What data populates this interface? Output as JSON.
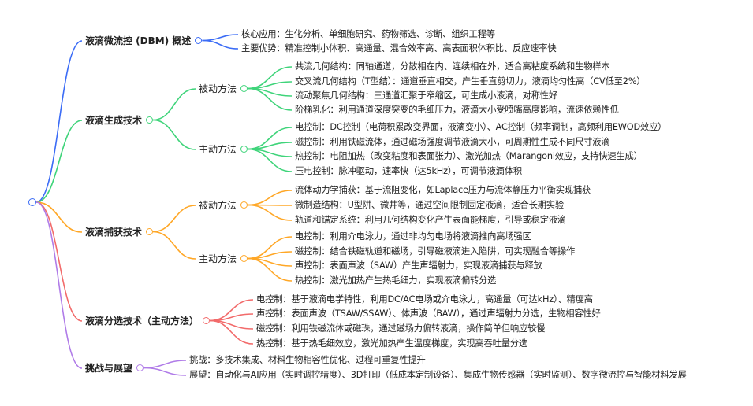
{
  "colors": {
    "overview": "#3b6cf6",
    "generation": "#3fd47a",
    "capture": "#ffa726",
    "sorting": "#f26b6b",
    "outlook": "#b07ce8"
  },
  "overview": {
    "title": "液滴微流控 (DBM) 概述",
    "leaves": [
      "核心应用：生化分析、单细胞研究、药物筛选、诊断、组织工程等",
      "主要优势：精准控制小体积、高通量、混合效率高、高表面积体积比、反应速率快"
    ]
  },
  "generation": {
    "title": "液滴生成技术",
    "passive": {
      "title": "被动方法",
      "leaves": [
        "共流几何结构：同轴通道，分散相在内、连续相在外，适合高粘度系统和生物样本",
        "交叉流几何结构（T型结）：通道垂直相交，产生垂直剪切力，液滴均匀性高（CV低至2%）",
        "流动聚焦几何结构：三通道汇聚于窄缩区，可生成小液滴，对称性好",
        "阶梯乳化：利用通道深度突变的毛细压力，液滴大小受喷嘴高度影响，流速依赖性低"
      ]
    },
    "active": {
      "title": "主动方法",
      "leaves": [
        "电控制：DC控制（电荷积累改变界面，液滴变小）、AC控制（频率调制，高频利用EWOD效应）",
        "磁控制：利用铁磁流体，通过磁场强度调节液滴大小，可周期性生成不同尺寸液滴",
        "热控制：电阻加热（改变粘度和表面张力）、激光加热（Marangoni效应，支持快速生成）",
        "压电控制：脉冲驱动，速率快（达5kHz），可调节液滴体积"
      ]
    }
  },
  "capture": {
    "title": "液滴捕获技术",
    "passive": {
      "title": "被动方法",
      "leaves": [
        "流体动力学捕获：基于流阻变化，如Laplace压力与流体静压力平衡实现捕获",
        "微制造结构：U型阱、微井等，通过空间限制固定液滴，适合长期实验",
        "轨道和锚定系统：利用几何结构变化产生表面能梯度，引导或稳定液滴"
      ]
    },
    "active": {
      "title": "主动方法",
      "leaves": [
        "电控制：利用介电泳力，通过非均匀电场将液滴推向高场强区",
        "磁控制：结合铁磁轨道和磁场，引导磁液滴进入陷阱，可实现融合等操作",
        "声控制：表面声波（SAW）产生声辐射力，实现液滴捕获与释放",
        "热控制：激光加热产生热毛细力，实现液滴偏转分选"
      ]
    }
  },
  "sorting": {
    "title": "液滴分选技术（主动方法）",
    "leaves": [
      "电控制：基于液滴电学特性，利用DC/AC电场或介电泳力，高通量（可达kHz）、精度高",
      "声控制：表面声波（TSAW/SSAW）、体声波（BAW），通过声辐射力分选，生物相容性好",
      "磁控制：利用铁磁流体或磁珠，通过磁场力偏转液滴，操作简单但响应较慢",
      "热控制：基于热毛细效应，激光加热产生温度梯度，实现高吞吐量分选"
    ]
  },
  "outlook": {
    "title": "挑战与展望",
    "leaves": [
      "挑战：多技术集成、材料生物相容性优化、过程可重复性提升",
      "展望：自动化与AI应用（实时调控精度）、3D打印（低成本定制设备）、集成生物传感器（实时监测）、数字微流控与智能材料发展"
    ]
  }
}
